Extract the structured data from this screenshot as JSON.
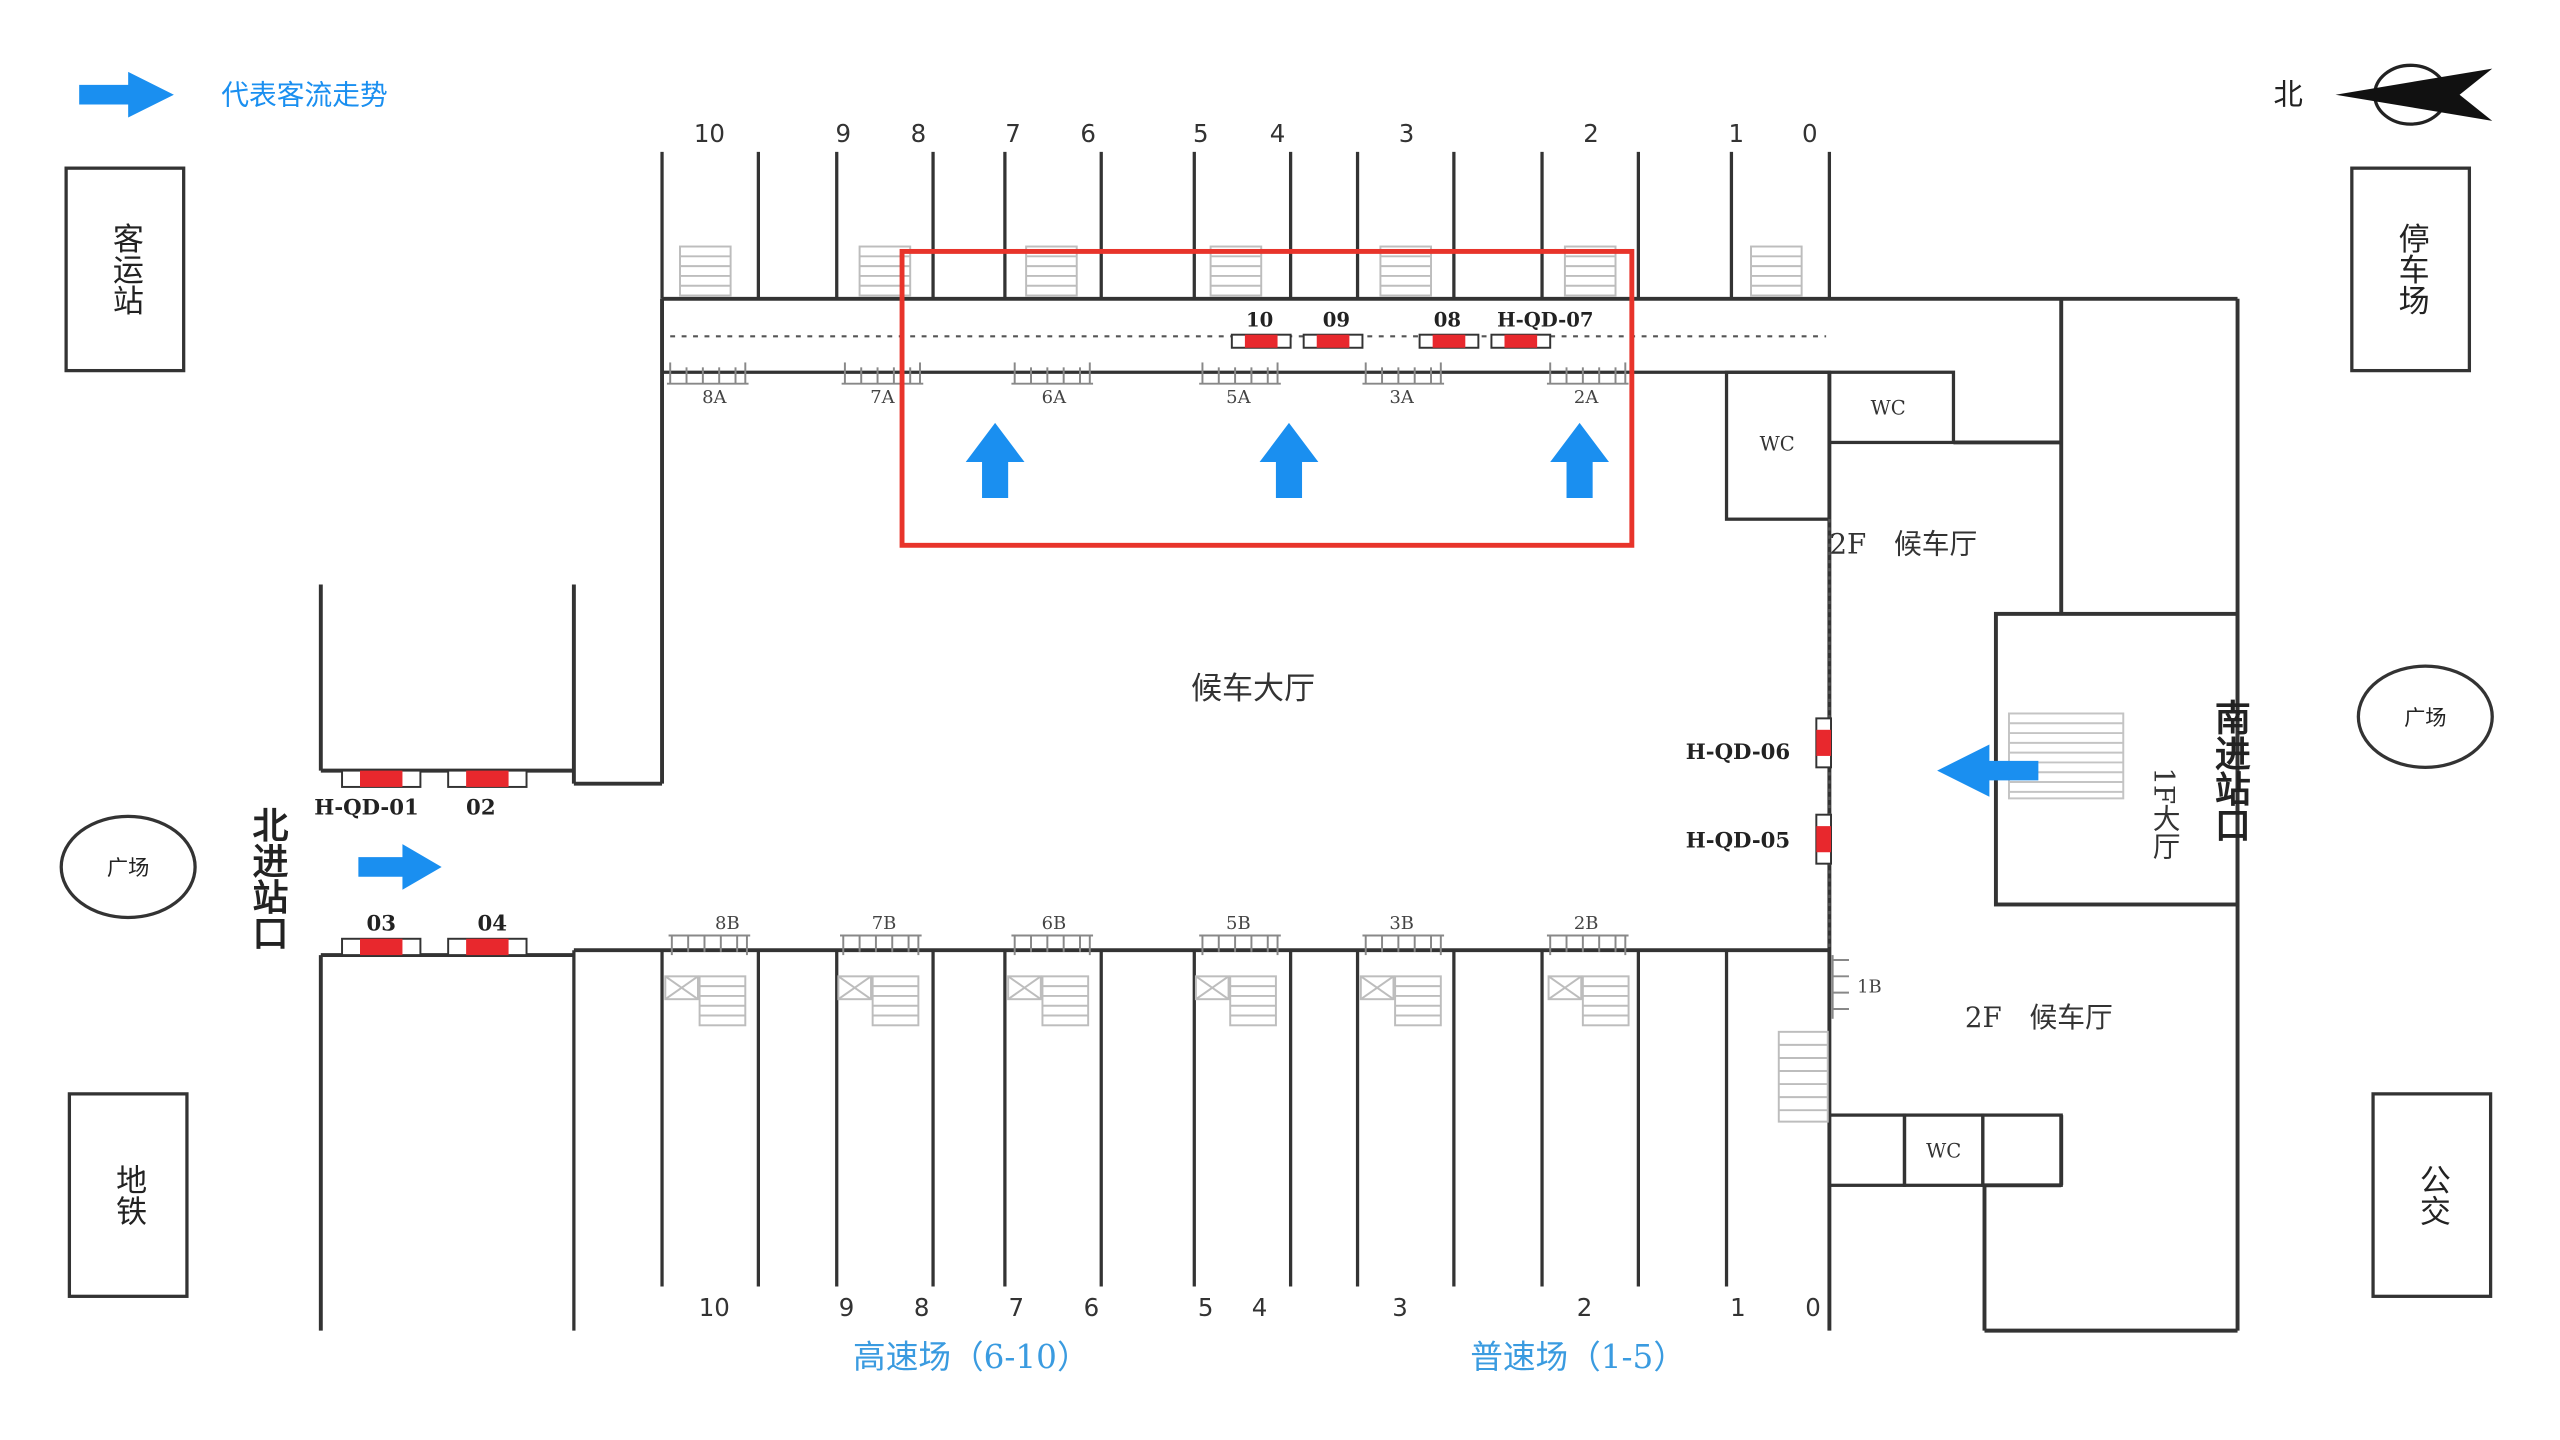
{
  "legend": {
    "text": "代表客流走势"
  },
  "compass": {
    "label": "北"
  },
  "side_boxes": {
    "top_left": "客运站",
    "bottom_left": "地铁",
    "top_right": "停车场",
    "bottom_right": "公交"
  },
  "plaza_label": "广场",
  "entrances": {
    "north": "北进站口",
    "south": "南进站口"
  },
  "halls": {
    "main": "候车大厅",
    "waiting_2f_upper": "2F　候车厅",
    "waiting_2f_lower": "2F　候车厅",
    "hall_1f": "1F大厅"
  },
  "wc_label": "WC",
  "track_numbers_top": [
    "10",
    "9",
    "8",
    "7",
    "6",
    "5",
    "4",
    "3",
    "2",
    "1",
    "0"
  ],
  "track_numbers_bottom": [
    "10",
    "9",
    "8",
    "7",
    "6",
    "5",
    "4",
    "3",
    "2",
    "1",
    "0"
  ],
  "stair_labels_top": [
    "8A",
    "7A",
    "6A",
    "5A",
    "3A",
    "2A"
  ],
  "stair_labels_bottom": [
    "8B",
    "7B",
    "6B",
    "5B",
    "3B",
    "2B"
  ],
  "stair_1b": "1B",
  "zones": {
    "high_speed": "高速场（6-10）",
    "normal_speed": "普速场（1-5）"
  },
  "ad_spots": {
    "top": [
      "10",
      "09",
      "08",
      "H-QD-07"
    ],
    "right": [
      "H-QD-06",
      "H-QD-05"
    ],
    "left_top": [
      "H-QD-01",
      "02"
    ],
    "left_bottom": [
      "03",
      "04"
    ]
  },
  "colors": {
    "arrow": "#1a8ff0",
    "ad_spot": "#e8282d",
    "highlight_frame": "#e8342b",
    "zone_text": "#3a9be0",
    "line": "#333333"
  }
}
